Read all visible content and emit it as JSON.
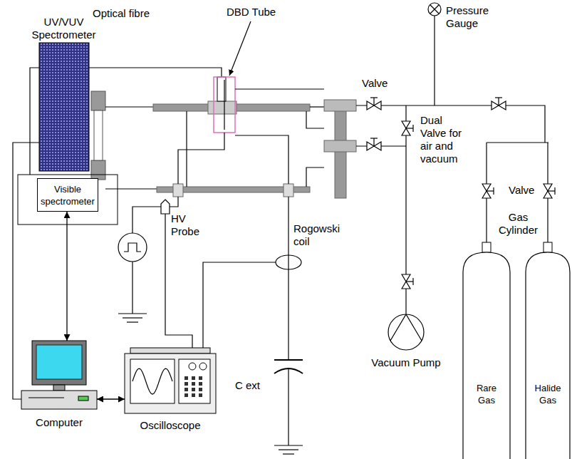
{
  "diagram": {
    "nodes": [
      {
        "text": [
          "Visible spectrometer"
        ]
      },
      {
        "text": [
          "Computer"
        ]
      },
      {
        "text": [
          "Oscilloscope"
        ]
      },
      {
        "text": [
          "Vacuum Pump"
        ]
      },
      {
        "text": [
          "Rare Gas"
        ]
      },
      {
        "text": [
          "Halide Gas"
        ]
      }
    ],
    "edges": [
      {
        "from": 0,
        "to": 1,
        "arrow": "both"
      },
      {
        "from": 1,
        "to": 2,
        "arrow": "both"
      }
    ],
    "labels": [
      "UV/VUV Spectrometer",
      "Optical fibre",
      "DBD Tube",
      "Valve",
      "Pressure Gauge",
      "Dual Valve for air and vacuum",
      "Valve",
      "HV Probe",
      "Rogowski coil",
      "Gas Cylinder",
      "C ext"
    ]
  }
}
